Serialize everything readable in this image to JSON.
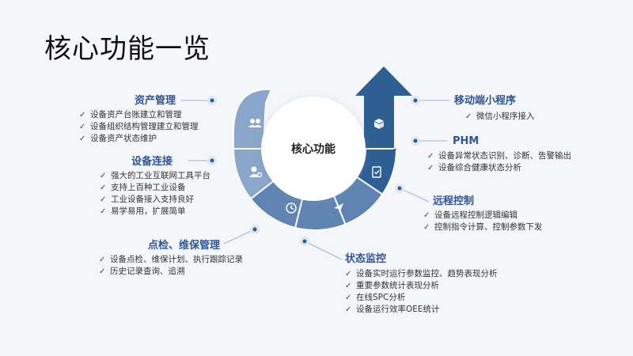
{
  "title": "核心功能一览",
  "center_label": "核心功能",
  "colors": {
    "dark_blue": "#2e5f93",
    "mid_blue": "#5f84b4",
    "light_blue": "#8aa6ca",
    "heading": "#2f5597",
    "connector": "#9fb3cc"
  },
  "segment_icons": [
    "people-icon",
    "user-gear-icon",
    "clock-icon",
    "send-icon",
    "checklist-icon",
    "box-icon"
  ],
  "features": {
    "asset": {
      "heading": "资产管理",
      "items": [
        "设备资产台账建立和管理",
        "设备组织结构管理建立和管理",
        "设备资产状态维护"
      ]
    },
    "connect": {
      "heading": "设备连接",
      "items": [
        "强大的工业互联网工具平台",
        "支持上百种工业设备",
        "工业设备接入支持良好",
        "易学易用，扩展简单"
      ]
    },
    "inspect": {
      "heading": "点检、维保管理",
      "items": [
        "设备点检、维保计划、执行跟踪记录",
        "历史记录查询、追溯"
      ]
    },
    "monitor": {
      "heading": "状态监控",
      "items": [
        "设备实时运行参数监控、趋势表现分析",
        "重要参数统计表现分析",
        "在线SPC分析",
        "设备运行效率OEE统计"
      ]
    },
    "remote": {
      "heading": "远程控制",
      "items": [
        "设备远程控制逻辑编辑",
        "控制指令计算、控制参数下发"
      ]
    },
    "phm": {
      "heading": "PHM",
      "items": [
        "设备异常状态识别、诊断、告警输出",
        "设备综合健康状态分析"
      ]
    },
    "mobile": {
      "heading": "移动端小程序",
      "items": [
        "微信小程序接入"
      ]
    }
  }
}
